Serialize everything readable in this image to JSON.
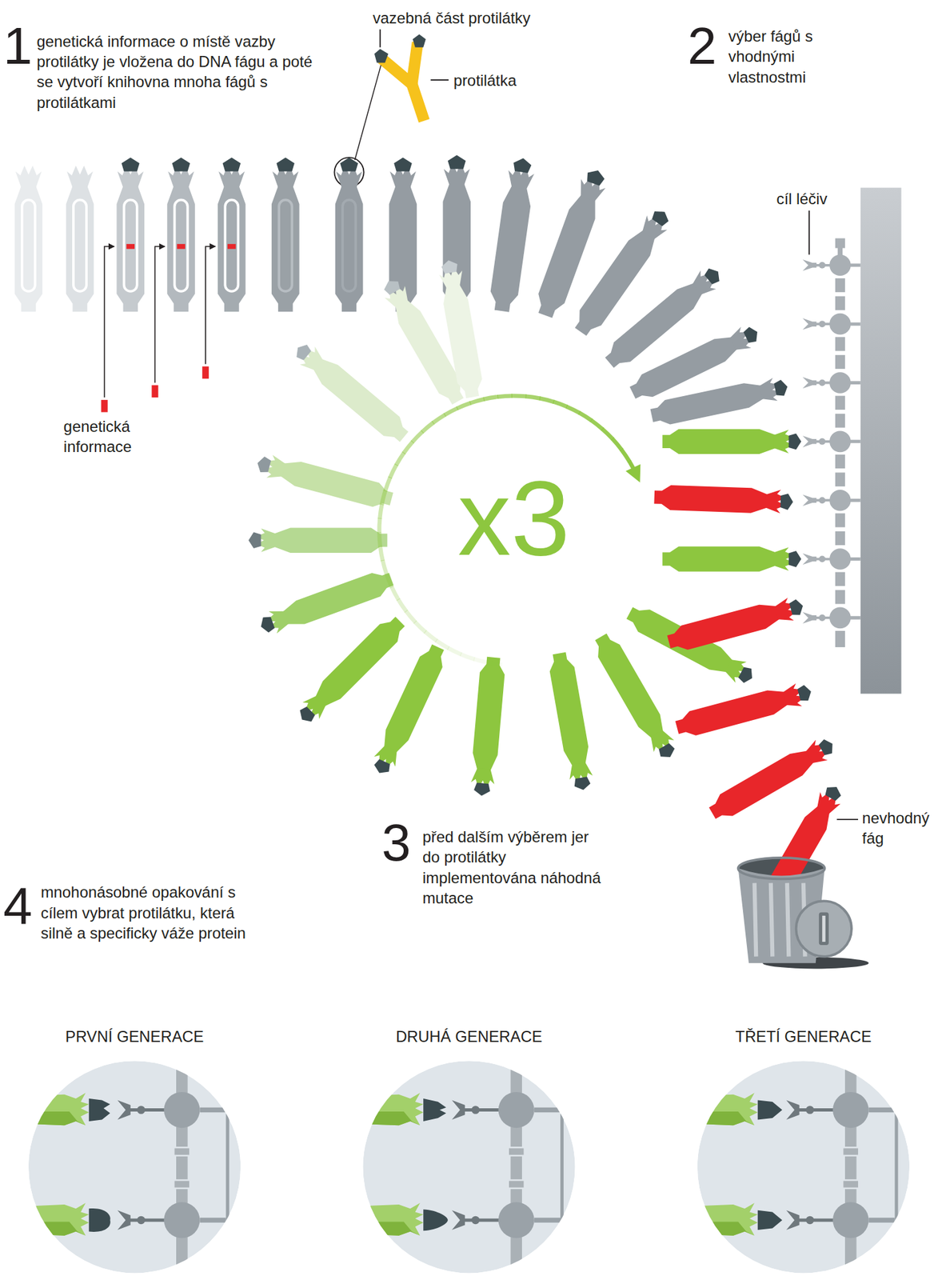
{
  "diagram": {
    "nodes": [
      {
        "text": [
          "PRVNÍ GENERACE"
        ]
      },
      {
        "text": [
          "DRUHÁ GENERACE"
        ]
      },
      {
        "text": [
          "TŘETÍ GENERACE"
        ]
      }
    ],
    "labels": [
      "1",
      "genetická informace o místě vazby protilátky je vložena do DNA fágu a poté se vytvoří knihovna mnoha fágů s protilátkami",
      "vazebná část protilátky",
      "protilátka",
      "2",
      "výber fágů s vhodnými vlastnostmi",
      "cíl léčiv",
      "genetická informace",
      "x3",
      "3",
      "před dalším výběrem jer do protilátky implementována náhodná mutace",
      "nevhodný fág",
      "4",
      "mnohonásobné opakování s cílem vybrat protilátku, která silně a specificky váže protein"
    ]
  }
}
